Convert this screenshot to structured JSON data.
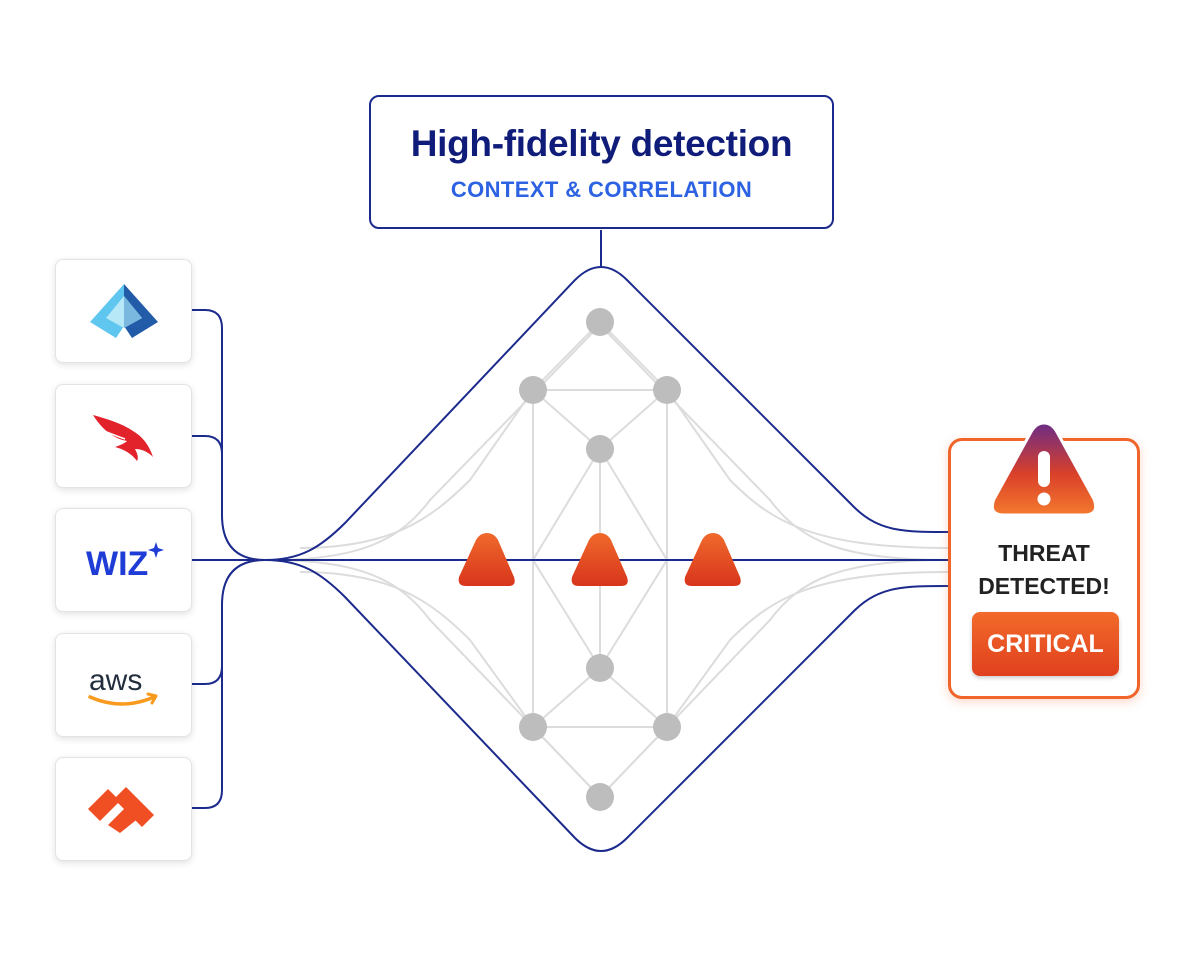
{
  "header": {
    "title": "High-fidelity detection",
    "subtitle": "CONTEXT & CORRELATION"
  },
  "sources": [
    {
      "name": "Microsoft Entra ID",
      "icon": "entra-id-icon"
    },
    {
      "name": "CrowdStrike",
      "icon": "crowdstrike-falcon-icon"
    },
    {
      "name": "Wiz",
      "icon": "wiz-logo",
      "logo_text": "WIZ"
    },
    {
      "name": "AWS",
      "icon": "aws-logo",
      "logo_text": "aws"
    },
    {
      "name": "Palo Alto Networks",
      "icon": "palo-alto-logo"
    }
  ],
  "alert": {
    "line1": "THREAT",
    "line2": "DETECTED!",
    "severity": "CRITICAL",
    "icon": "warning-icon"
  },
  "colors": {
    "navy": "#1b2a8c",
    "blue": "#2d63e2",
    "orange": "#f0652a",
    "red": "#e0401e",
    "node_gray": "#bdbdbd",
    "mesh_gray": "#dcdcdc"
  }
}
